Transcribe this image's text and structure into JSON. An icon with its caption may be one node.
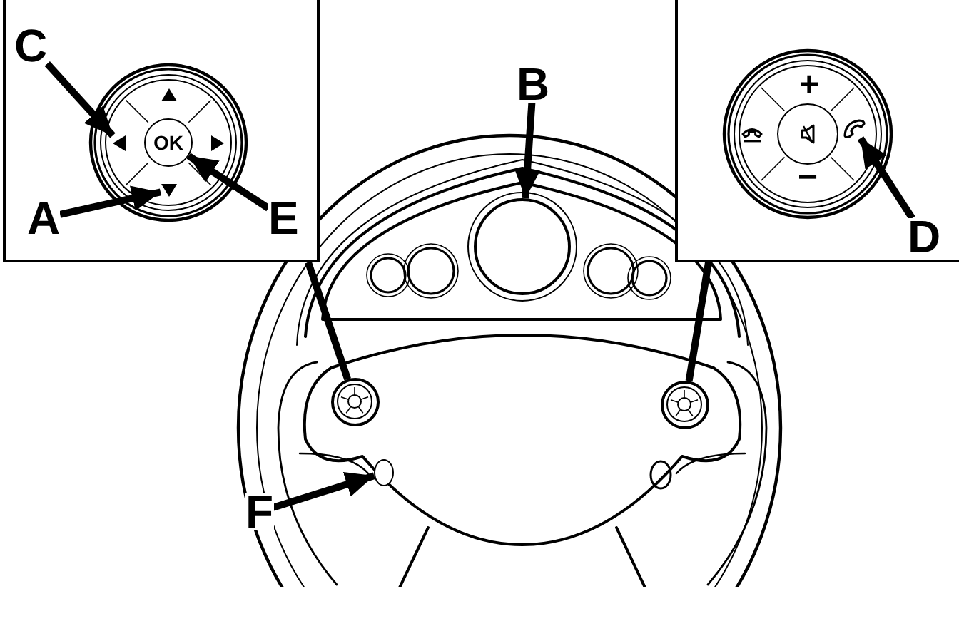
{
  "diagram": {
    "nodes": [
      {
        "text": [],
        "shape": "box"
      },
      {
        "text": [
          "C"
        ],
        "in": 0
      },
      {
        "text": [],
        "shape": "triangle",
        "in": 0
      },
      {
        "text": [
          "OK"
        ],
        "in": 0
      },
      {
        "text": [
          "A"
        ],
        "in": 0
      },
      {
        "text": [],
        "shape": "triangle",
        "in": 0
      },
      {
        "text": [
          "E"
        ],
        "in": 0
      },
      {
        "text": [
          "B"
        ]
      },
      {
        "text": [],
        "shape": "circle"
      },
      {
        "text": [],
        "shape": "box"
      },
      {
        "text": [],
        "shape": "picture",
        "in": 9
      },
      {
        "text": [
          "D"
        ],
        "in": 9
      },
      {
        "text": [],
        "shape": "circle"
      },
      {
        "text": [],
        "shape": "circle"
      },
      {
        "text": [
          "F"
        ]
      },
      {
        "text": [],
        "shape": "circle"
      }
    ],
    "edges": [
      {
        "from": 1,
        "to": 2,
        "arrow": "to"
      },
      {
        "from": 4,
        "to": 5,
        "arrow": "to"
      },
      {
        "from": 6,
        "to": 3,
        "arrow": "to"
      },
      {
        "from": 7,
        "to": 8,
        "arrow": "to"
      },
      {
        "from": 11,
        "to": 10,
        "arrow": "to"
      },
      {
        "from": 14,
        "to": 15,
        "arrow": "to"
      },
      {
        "from": 0,
        "to": 12,
        "arrow": "none"
      },
      {
        "from": 9,
        "to": 13,
        "arrow": "none"
      }
    ],
    "labels": [
      "+",
      "−"
    ]
  }
}
